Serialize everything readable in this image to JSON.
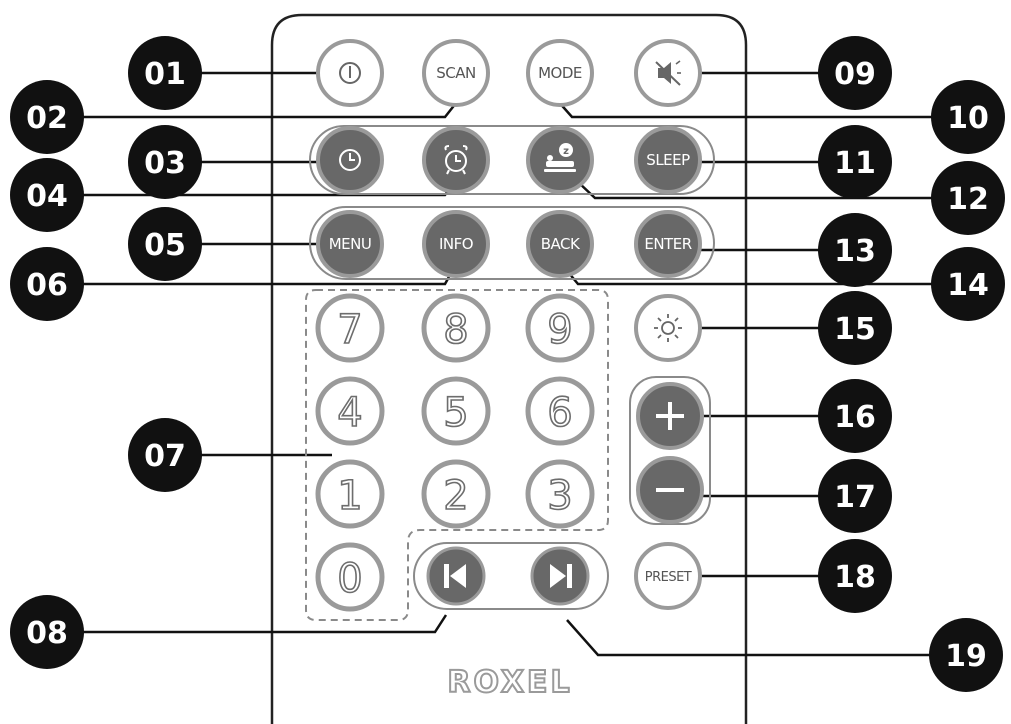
{
  "brand": "ROXEL",
  "buttons": {
    "scan": "SCAN",
    "mode": "MODE",
    "sleep": "SLEEP",
    "menu": "MENU",
    "info": "INFO",
    "back": "BACK",
    "enter": "ENTER",
    "preset": "PRESET"
  },
  "digits": [
    "7",
    "8",
    "9",
    "4",
    "5",
    "6",
    "1",
    "2",
    "3",
    "0"
  ],
  "callouts": [
    "01",
    "02",
    "03",
    "04",
    "05",
    "06",
    "07",
    "08",
    "09",
    "10",
    "11",
    "12",
    "13",
    "14",
    "15",
    "16",
    "17",
    "18",
    "19"
  ],
  "icons": {
    "power": "power-icon",
    "mute": "mute-speaker-icon",
    "clock": "clock-icon",
    "alarm": "alarm-clock-icon",
    "snooze": "snooze-icon",
    "brightness": "brightness-icon",
    "volume_up": "plus-icon",
    "volume_down": "minus-icon",
    "previous": "skip-previous-icon",
    "next": "skip-next-icon"
  },
  "colors": {
    "callout_fill": "#111111",
    "button_dark": "#686868",
    "button_light": "#ffffff",
    "button_border": "#9a9a9a",
    "remote_outline": "#222222"
  }
}
